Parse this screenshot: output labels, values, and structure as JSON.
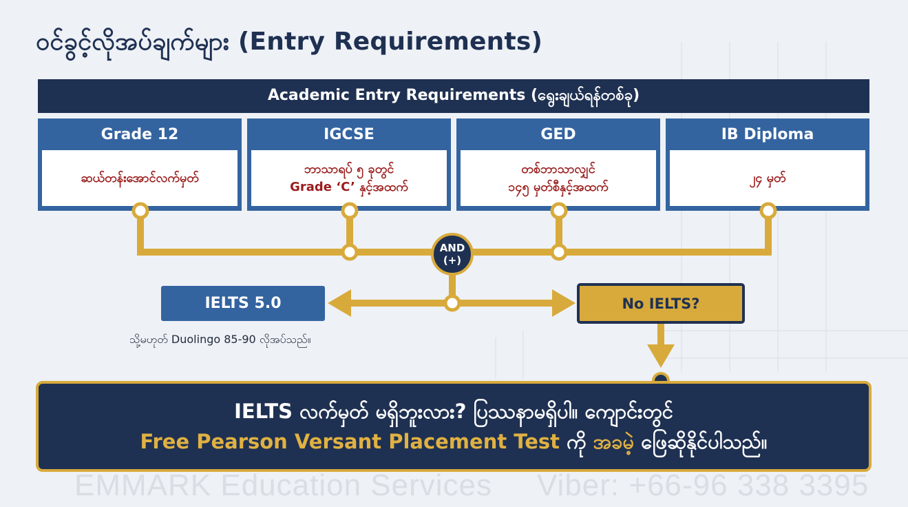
{
  "title": "ဝင်ခွင့်လိုအပ်ချက်များ (Entry Requirements)",
  "header": "Academic Entry Requirements (ရွေးချယ်ရန်တစ်ခု)",
  "cards": [
    {
      "name": "Grade 12",
      "line1": "ဆယ်တန်းအောင်လက်မှတ်",
      "line2": ""
    },
    {
      "name": "IGCSE",
      "line1": "ဘာသာရပ် ၅ ခုတွင်",
      "line2": "Grade ‘C’ နှင့်အထက်"
    },
    {
      "name": "GED",
      "line1": "တစ်ဘာသာလျှင်",
      "line2": "၁၄၅ မှတ်စီနှင့်အထက်"
    },
    {
      "name": "IB Diploma",
      "line1": "၂၄ မှတ်",
      "line2": ""
    }
  ],
  "and_node": {
    "line1": "AND",
    "line2": "(+)"
  },
  "ielts_box": "IELTS 5.0",
  "ielts_note": "သို့မဟုတ် Duolingo 85-90 လိုအပ်သည်။",
  "no_ielts_box": "No IELTS?",
  "banner": {
    "line1": "IELTS လက်မှတ် မရှိဘူးလား? ပြဿနာမရှိပါ။ ကျောင်းတွင်",
    "line2_gold1": "Free Pearson Versant Placement Test",
    "line2_w1": " ကို ",
    "line2_gold2": "အခမဲ့",
    "line2_w2": " ဖြေဆိုနိုင်ပါသည်။"
  },
  "watermark": {
    "left": "EMMARK Education Services",
    "right": "Viber: +66-96 338 3395"
  },
  "colors": {
    "navy": "#1f3152",
    "blue": "#3464a0",
    "gold": "#d8aa3b",
    "red_text": "#9b1c1c"
  }
}
